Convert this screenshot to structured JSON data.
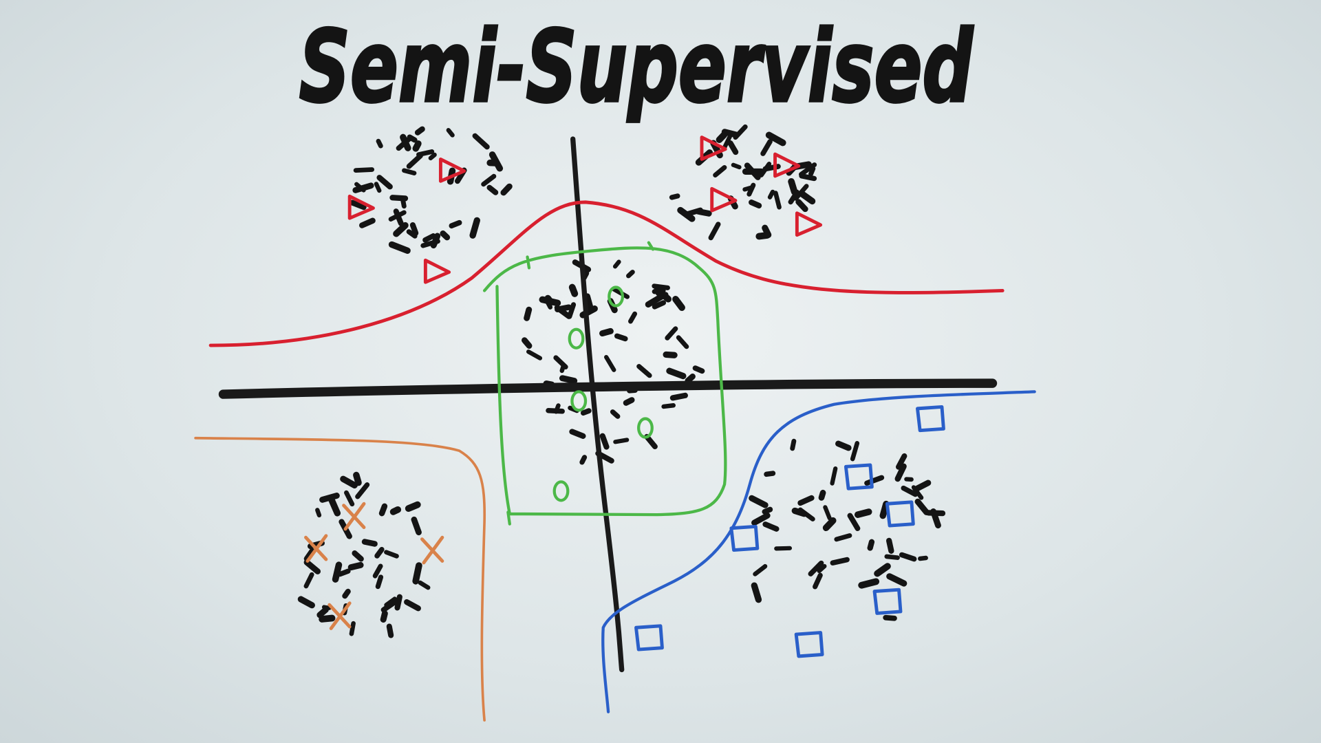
{
  "title": "Semi-Supervised",
  "colors": {
    "board": "#e3e9eb",
    "ink_black": "#141414",
    "class_triangle": "#d8202f",
    "class_circle": "#4cb848",
    "class_cross": "#d9824a",
    "class_square": "#2a5fc9"
  },
  "marker_shapes": {
    "red": "triangle",
    "green": "circle",
    "orange": "cross",
    "blue": "square",
    "unlabeled": "dash"
  }
}
